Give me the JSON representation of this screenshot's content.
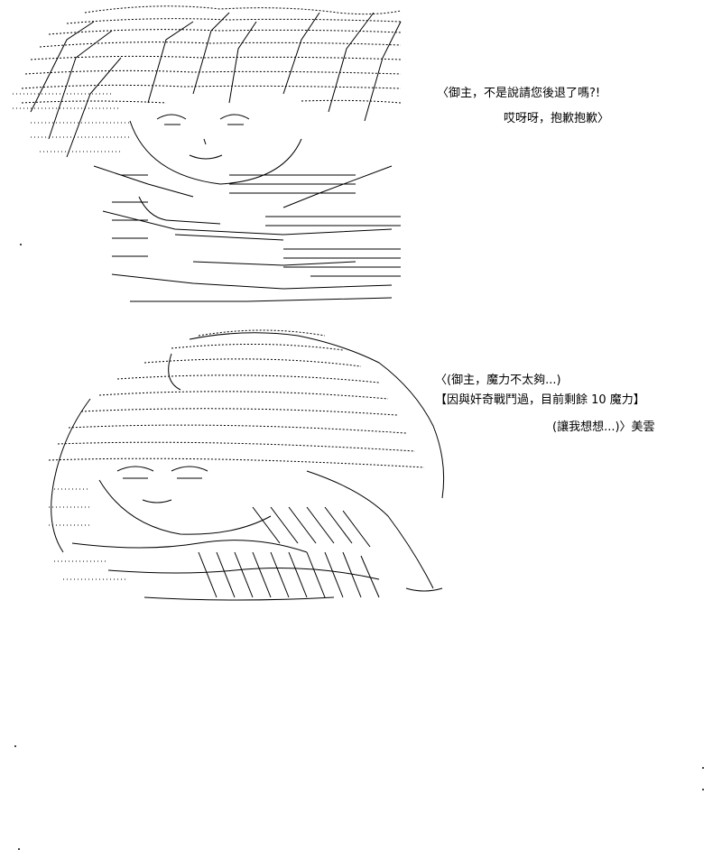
{
  "panels": [
    {
      "dialogue": [
        "〈御主，不是說請您後退了嗎?!",
        "哎呀呀，抱歉抱歉〉"
      ]
    },
    {
      "dialogue": [
        "〈(御主，魔力不太夠...)",
        "【因與奸奇戰鬥過，目前剩餘 10 魔力】",
        "(讓我想想...)〉美雲"
      ]
    }
  ]
}
